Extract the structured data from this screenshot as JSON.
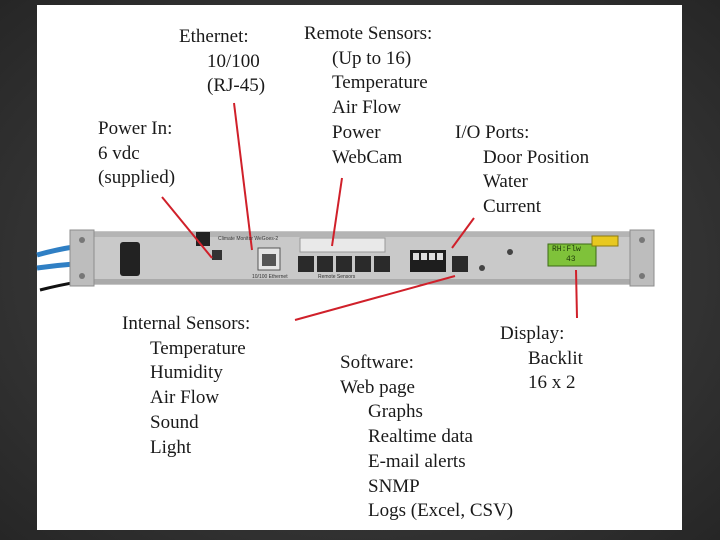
{
  "labels": {
    "ethernet": {
      "title": "Ethernet:",
      "lines": [
        "10/100",
        "(RJ-45)"
      ]
    },
    "remote_sensors": {
      "title": "Remote Sensors:",
      "lines": [
        "(Up to 16)",
        "Temperature",
        "Air Flow",
        "Power",
        "WebCam"
      ]
    },
    "io_ports": {
      "title": "I/O Ports:",
      "lines": [
        "Door Position",
        "Water",
        "Current"
      ]
    },
    "power_in": {
      "title": "Power In:",
      "lines": [
        "6 vdc",
        "(supplied)"
      ]
    },
    "internal_sensors": {
      "title": "Internal Sensors:",
      "lines": [
        "Temperature",
        "Humidity",
        "Air Flow",
        "Sound",
        "Light"
      ]
    },
    "display": {
      "title": "Display:",
      "lines": [
        "Backlit",
        "16 x 2"
      ]
    },
    "software": {
      "title": "Software:",
      "sub": "Web page",
      "lines": [
        "Graphs",
        "Realtime data",
        "E-mail alerts",
        "SNMP",
        "Logs (Excel, CSV)"
      ]
    }
  },
  "device": {
    "model_text": "Climate Monitor WeGoes-2",
    "port_caption_ethernet": "10/100 Ethernet",
    "port_caption_remote": "Remote Sensors",
    "lcd_line1": "RH:Flw",
    "lcd_line2": "43"
  },
  "colors": {
    "callout_line": "#d0202a",
    "chassis": "#c9c9c9",
    "lcd": "#7fc23a",
    "cable": "#2f7fc4"
  }
}
